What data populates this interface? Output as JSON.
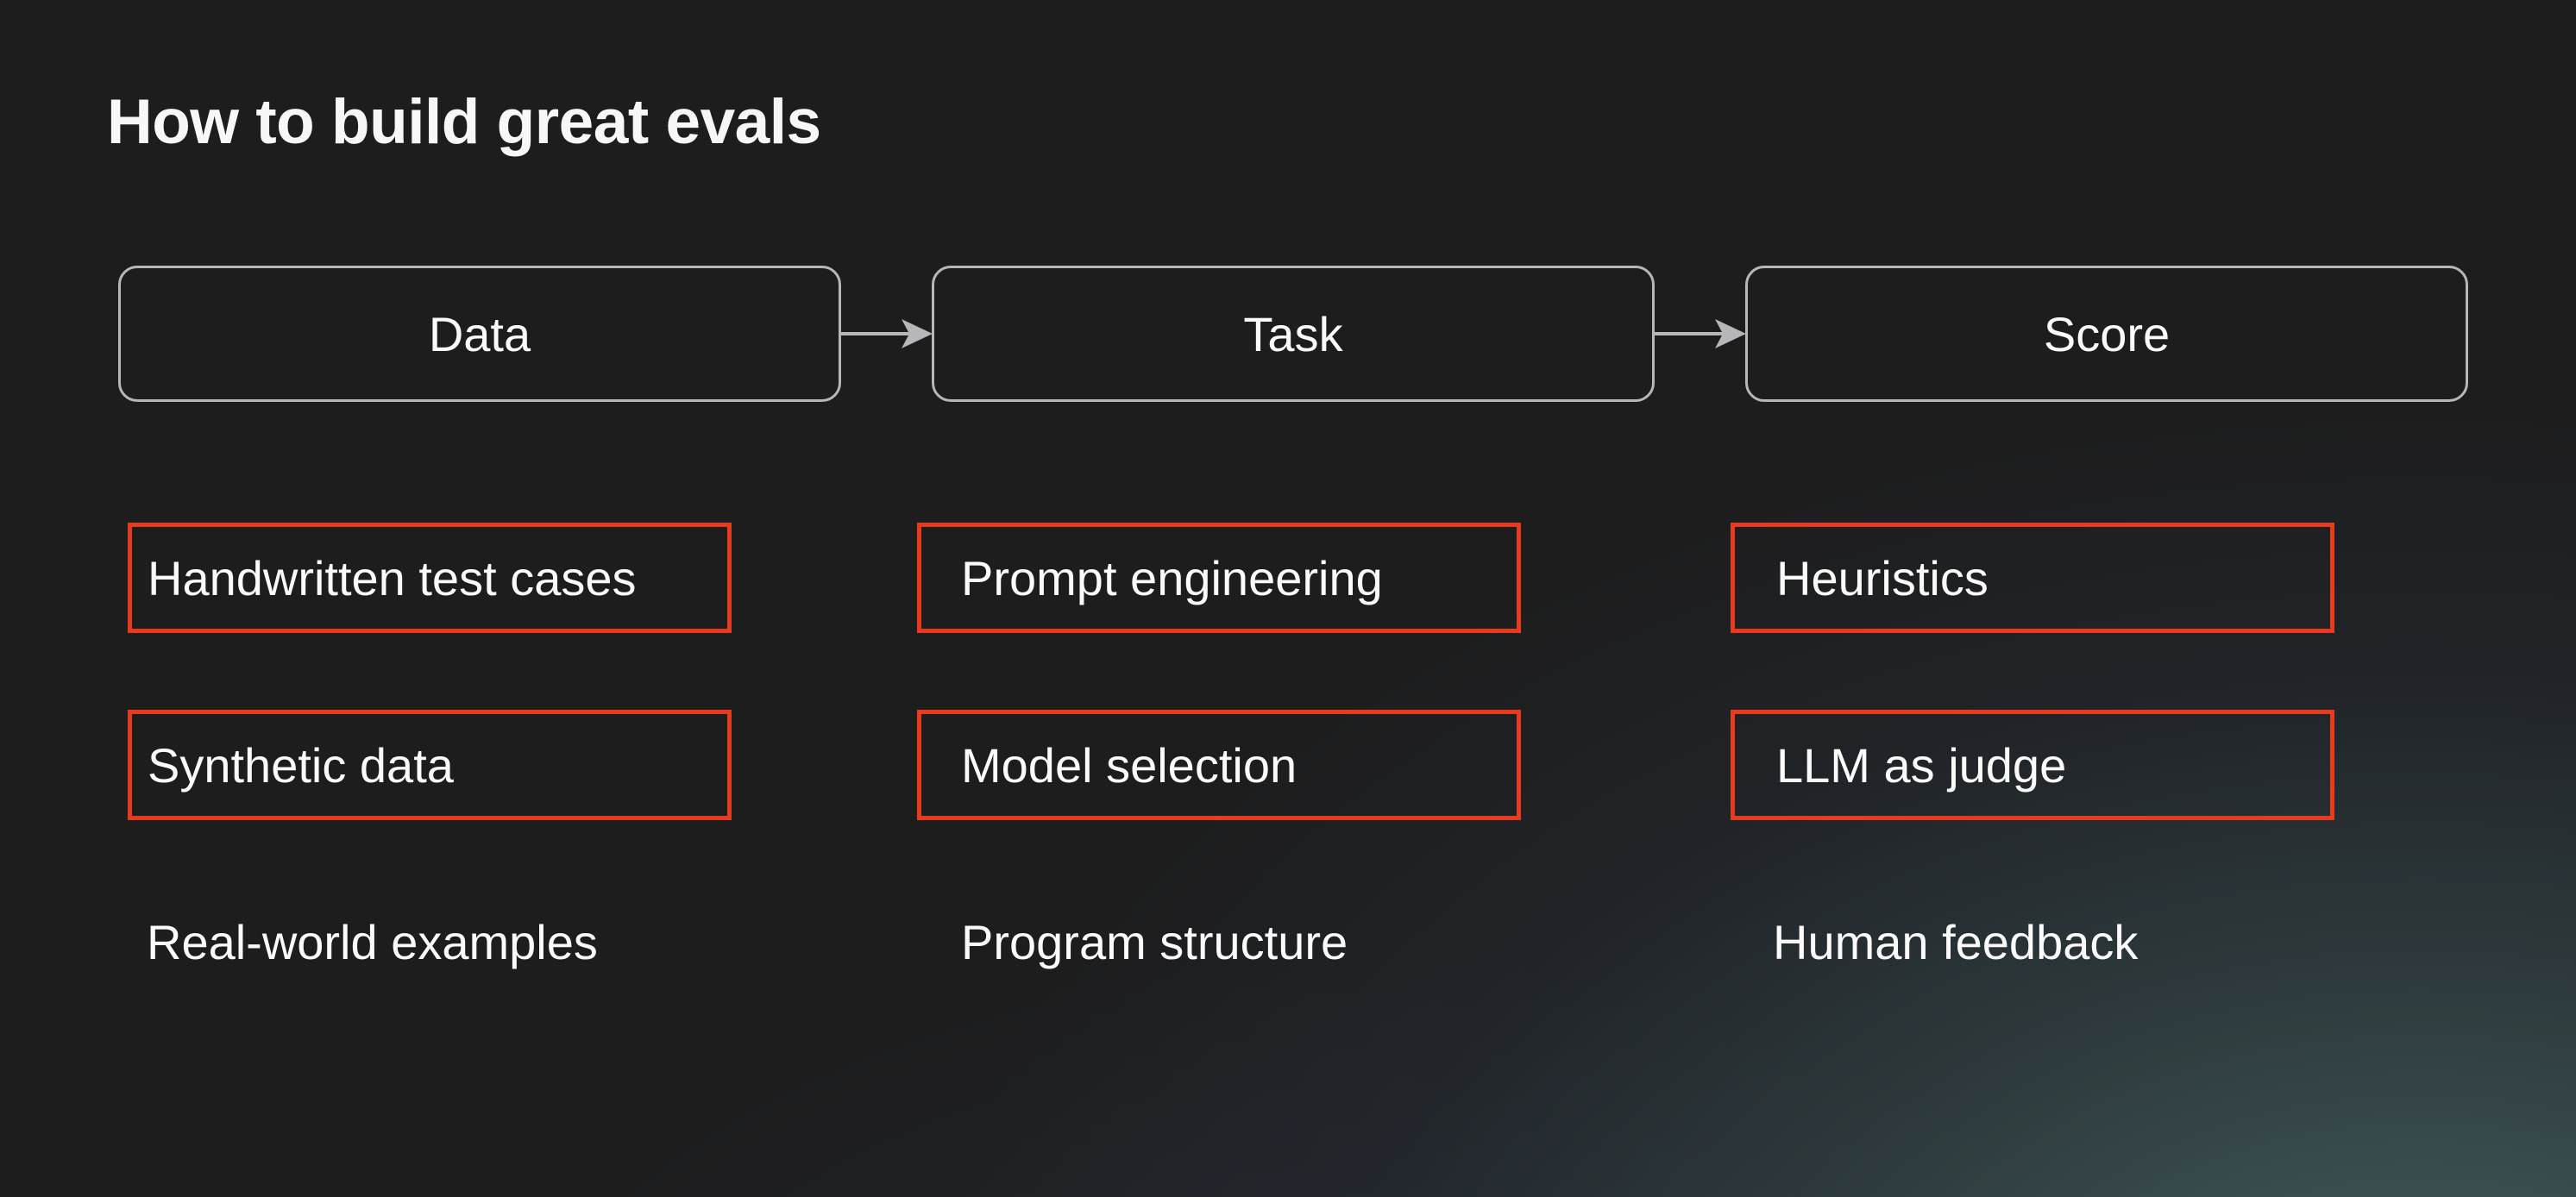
{
  "title": "How to build great evals",
  "colors": {
    "background_base": "#1d1d1e",
    "background_glow_teal": "#486362",
    "background_glow_blue": "#2c364a",
    "text": "#fafafa",
    "flow_box_border": "#b6b7b9",
    "arrow": "#b6b7b9",
    "highlight_border": "#e73a1e"
  },
  "flow_steps": [
    "Data",
    "Task",
    "Score"
  ],
  "columns": [
    {
      "header": "Data",
      "boxed": [
        "Handwritten test cases",
        "Synthetic data"
      ],
      "plain": "Real-world examples"
    },
    {
      "header": "Task",
      "boxed": [
        "Prompt engineering",
        "Model selection"
      ],
      "plain": "Program structure"
    },
    {
      "header": "Score",
      "boxed": [
        "Heuristics",
        "LLM as judge"
      ],
      "plain": "Human feedback"
    }
  ]
}
